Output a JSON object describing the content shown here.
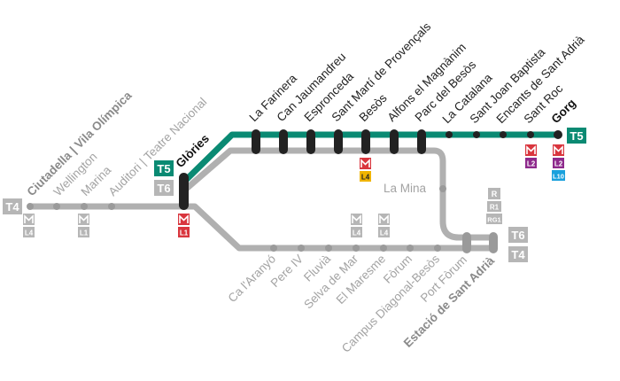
{
  "colors": {
    "t5": "#0a8a73",
    "grey": "#b0b0b0",
    "badge_grey": "#b6b6b6",
    "l1": "#d9363e",
    "l2": "#8e2a8c",
    "l4": "#f0b400",
    "l10": "#1ba1dd",
    "metro": "#d9363e",
    "text_dark": "#111111"
  },
  "lines": {
    "t4": "T4",
    "t5": "T5",
    "t6": "T6"
  },
  "metro": {
    "l1": "L1",
    "l2": "L2",
    "l4": "L4",
    "l10": "L10"
  },
  "rodalies": {
    "r": "R",
    "r1": "R1",
    "rg1": "RG1"
  },
  "stations": {
    "ciutadella": "Ciutadella | Vila Olímpica",
    "wellington": "Wellington",
    "marina": "Marina",
    "auditori": "Auditori | Teatre Nacional",
    "glories": "Glòries",
    "la_farinera": "La Farinera",
    "can_jaumandreu": "Can Jaumandreu",
    "espronceda": "Espronceda",
    "sant_marti": "Sant Martí de Provençals",
    "besos": "Besòs",
    "alfons": "Alfons el Magnànim",
    "parc_besos": "Parc del Besòs",
    "la_catalana": "La Catalana",
    "sant_joan_baptista": "Sant Joan Baptista",
    "encants": "Encants de Sant Adrià",
    "sant_roc": "Sant Roc",
    "gorg": "Gorg",
    "la_mina": "La Mina",
    "ca_laranyo": "Ca l'Aranyó",
    "pere_iv": "Pere IV",
    "fluvia": "Fluvià",
    "selva_de_mar": "Selva de Mar",
    "el_maresme": "El Maresme",
    "forum": "Fòrum",
    "campus": "Campus Diagonal-Besòs",
    "port_forum": "Port Fòrum",
    "estacio_sant_adria": "Estació de Sant Adrià"
  }
}
